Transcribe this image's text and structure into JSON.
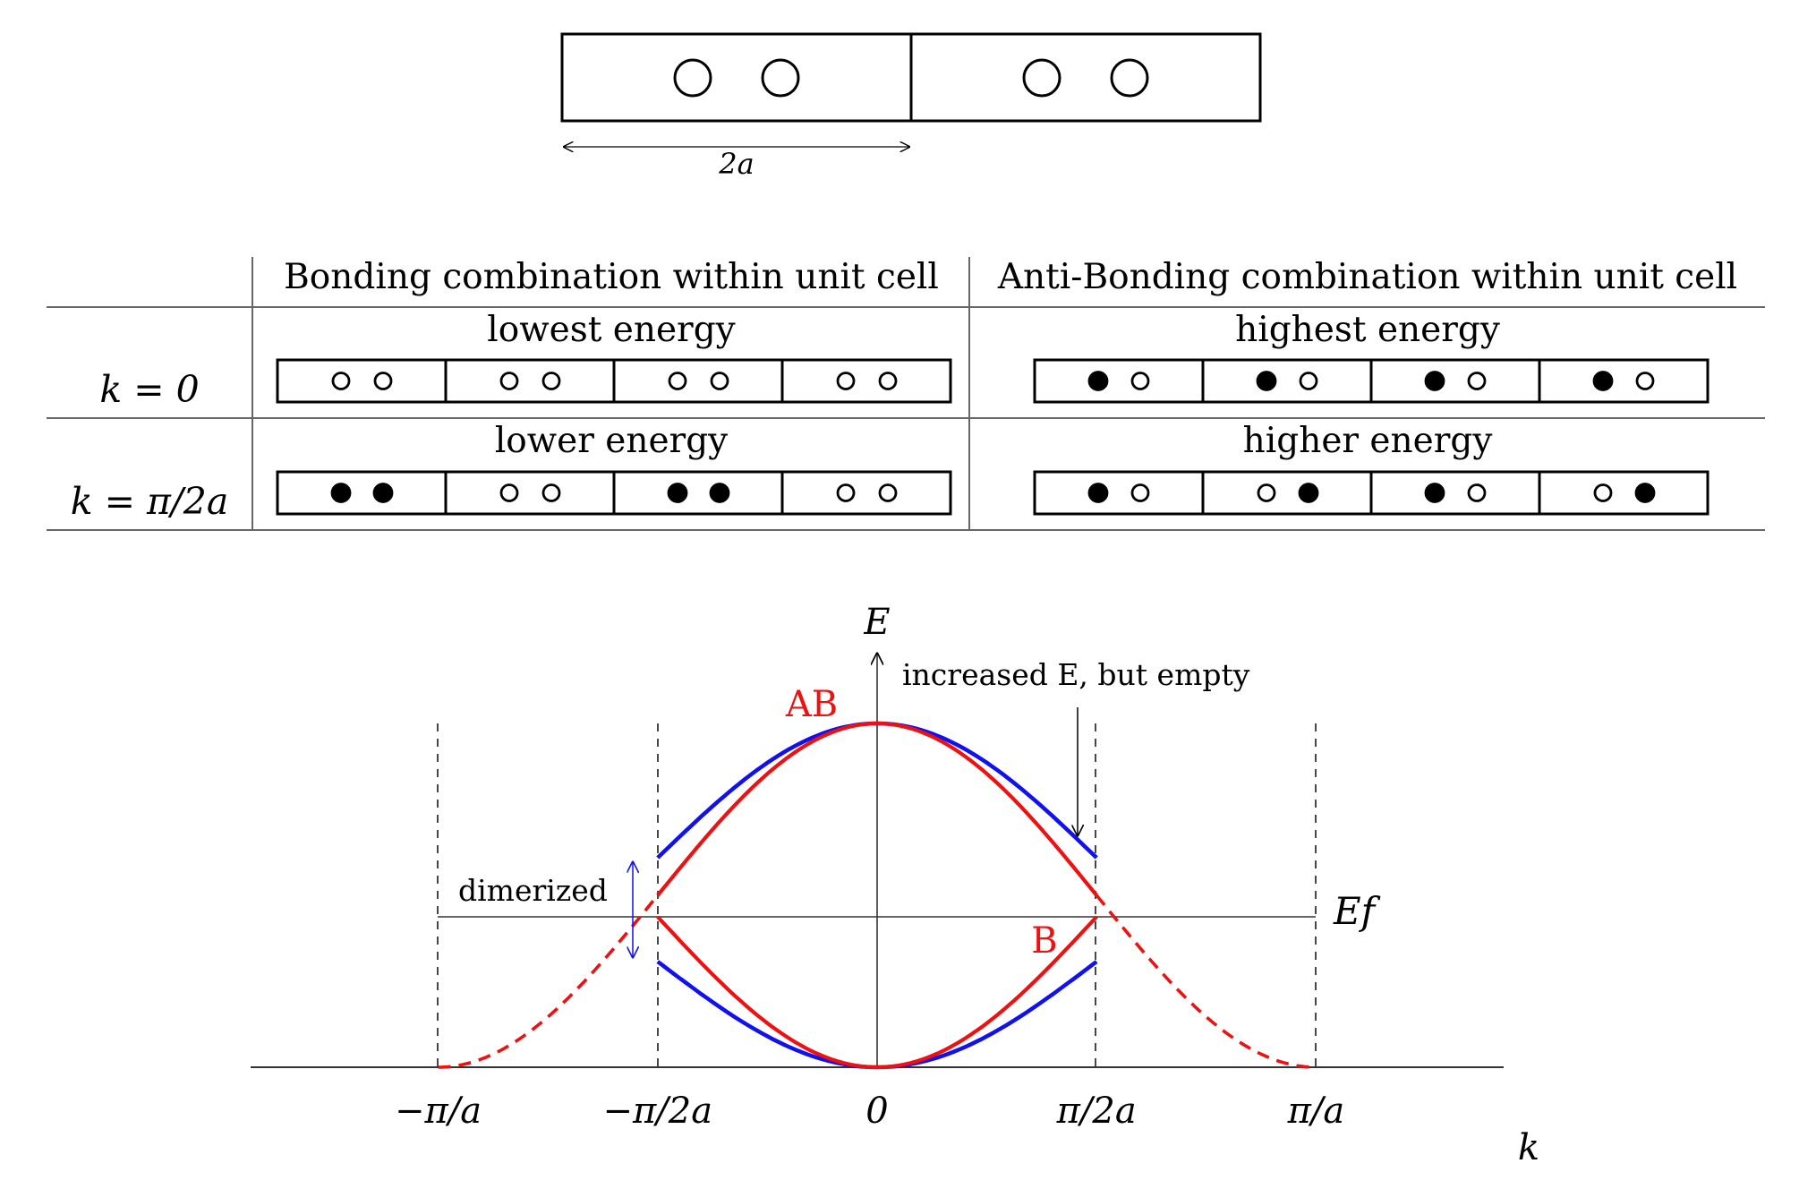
{
  "top_cell": {
    "length_label": "2a"
  },
  "table": {
    "col_headers": [
      "Bonding combination within unit cell",
      "Anti-Bonding combination within unit cell"
    ],
    "rows": [
      {
        "label": "k = 0",
        "bonding": {
          "caption": "lowest energy",
          "cells": [
            [
              "open",
              "open"
            ],
            [
              "open",
              "open"
            ],
            [
              "open",
              "open"
            ],
            [
              "open",
              "open"
            ]
          ]
        },
        "antibonding": {
          "caption": "highest energy",
          "cells": [
            [
              "filled",
              "open"
            ],
            [
              "filled",
              "open"
            ],
            [
              "filled",
              "open"
            ],
            [
              "filled",
              "open"
            ]
          ]
        }
      },
      {
        "label": "k = π/2a",
        "bonding": {
          "caption": "lower energy",
          "cells": [
            [
              "filled",
              "filled"
            ],
            [
              "open",
              "open"
            ],
            [
              "filled",
              "filled"
            ],
            [
              "open",
              "open"
            ]
          ]
        },
        "antibonding": {
          "caption": "higher energy",
          "cells": [
            [
              "filled",
              "open"
            ],
            [
              "open",
              "filled"
            ],
            [
              "filled",
              "open"
            ],
            [
              "open",
              "filled"
            ]
          ]
        }
      }
    ]
  },
  "band_diagram": {
    "y_axis_label": "E",
    "x_axis_label": "k",
    "fermi_label": "Ef",
    "x_ticks": [
      "−π/a",
      "−π/2a",
      "0",
      "π/2a",
      "π/a"
    ],
    "annotations": {
      "antibonding": "AB",
      "bonding": "B",
      "dimerized": "dimerized",
      "increased_energy": "increased E, but empty"
    },
    "colors": {
      "undimerized": "#ee1111",
      "dimerized": "#1111ee",
      "axes": "#333333"
    }
  }
}
